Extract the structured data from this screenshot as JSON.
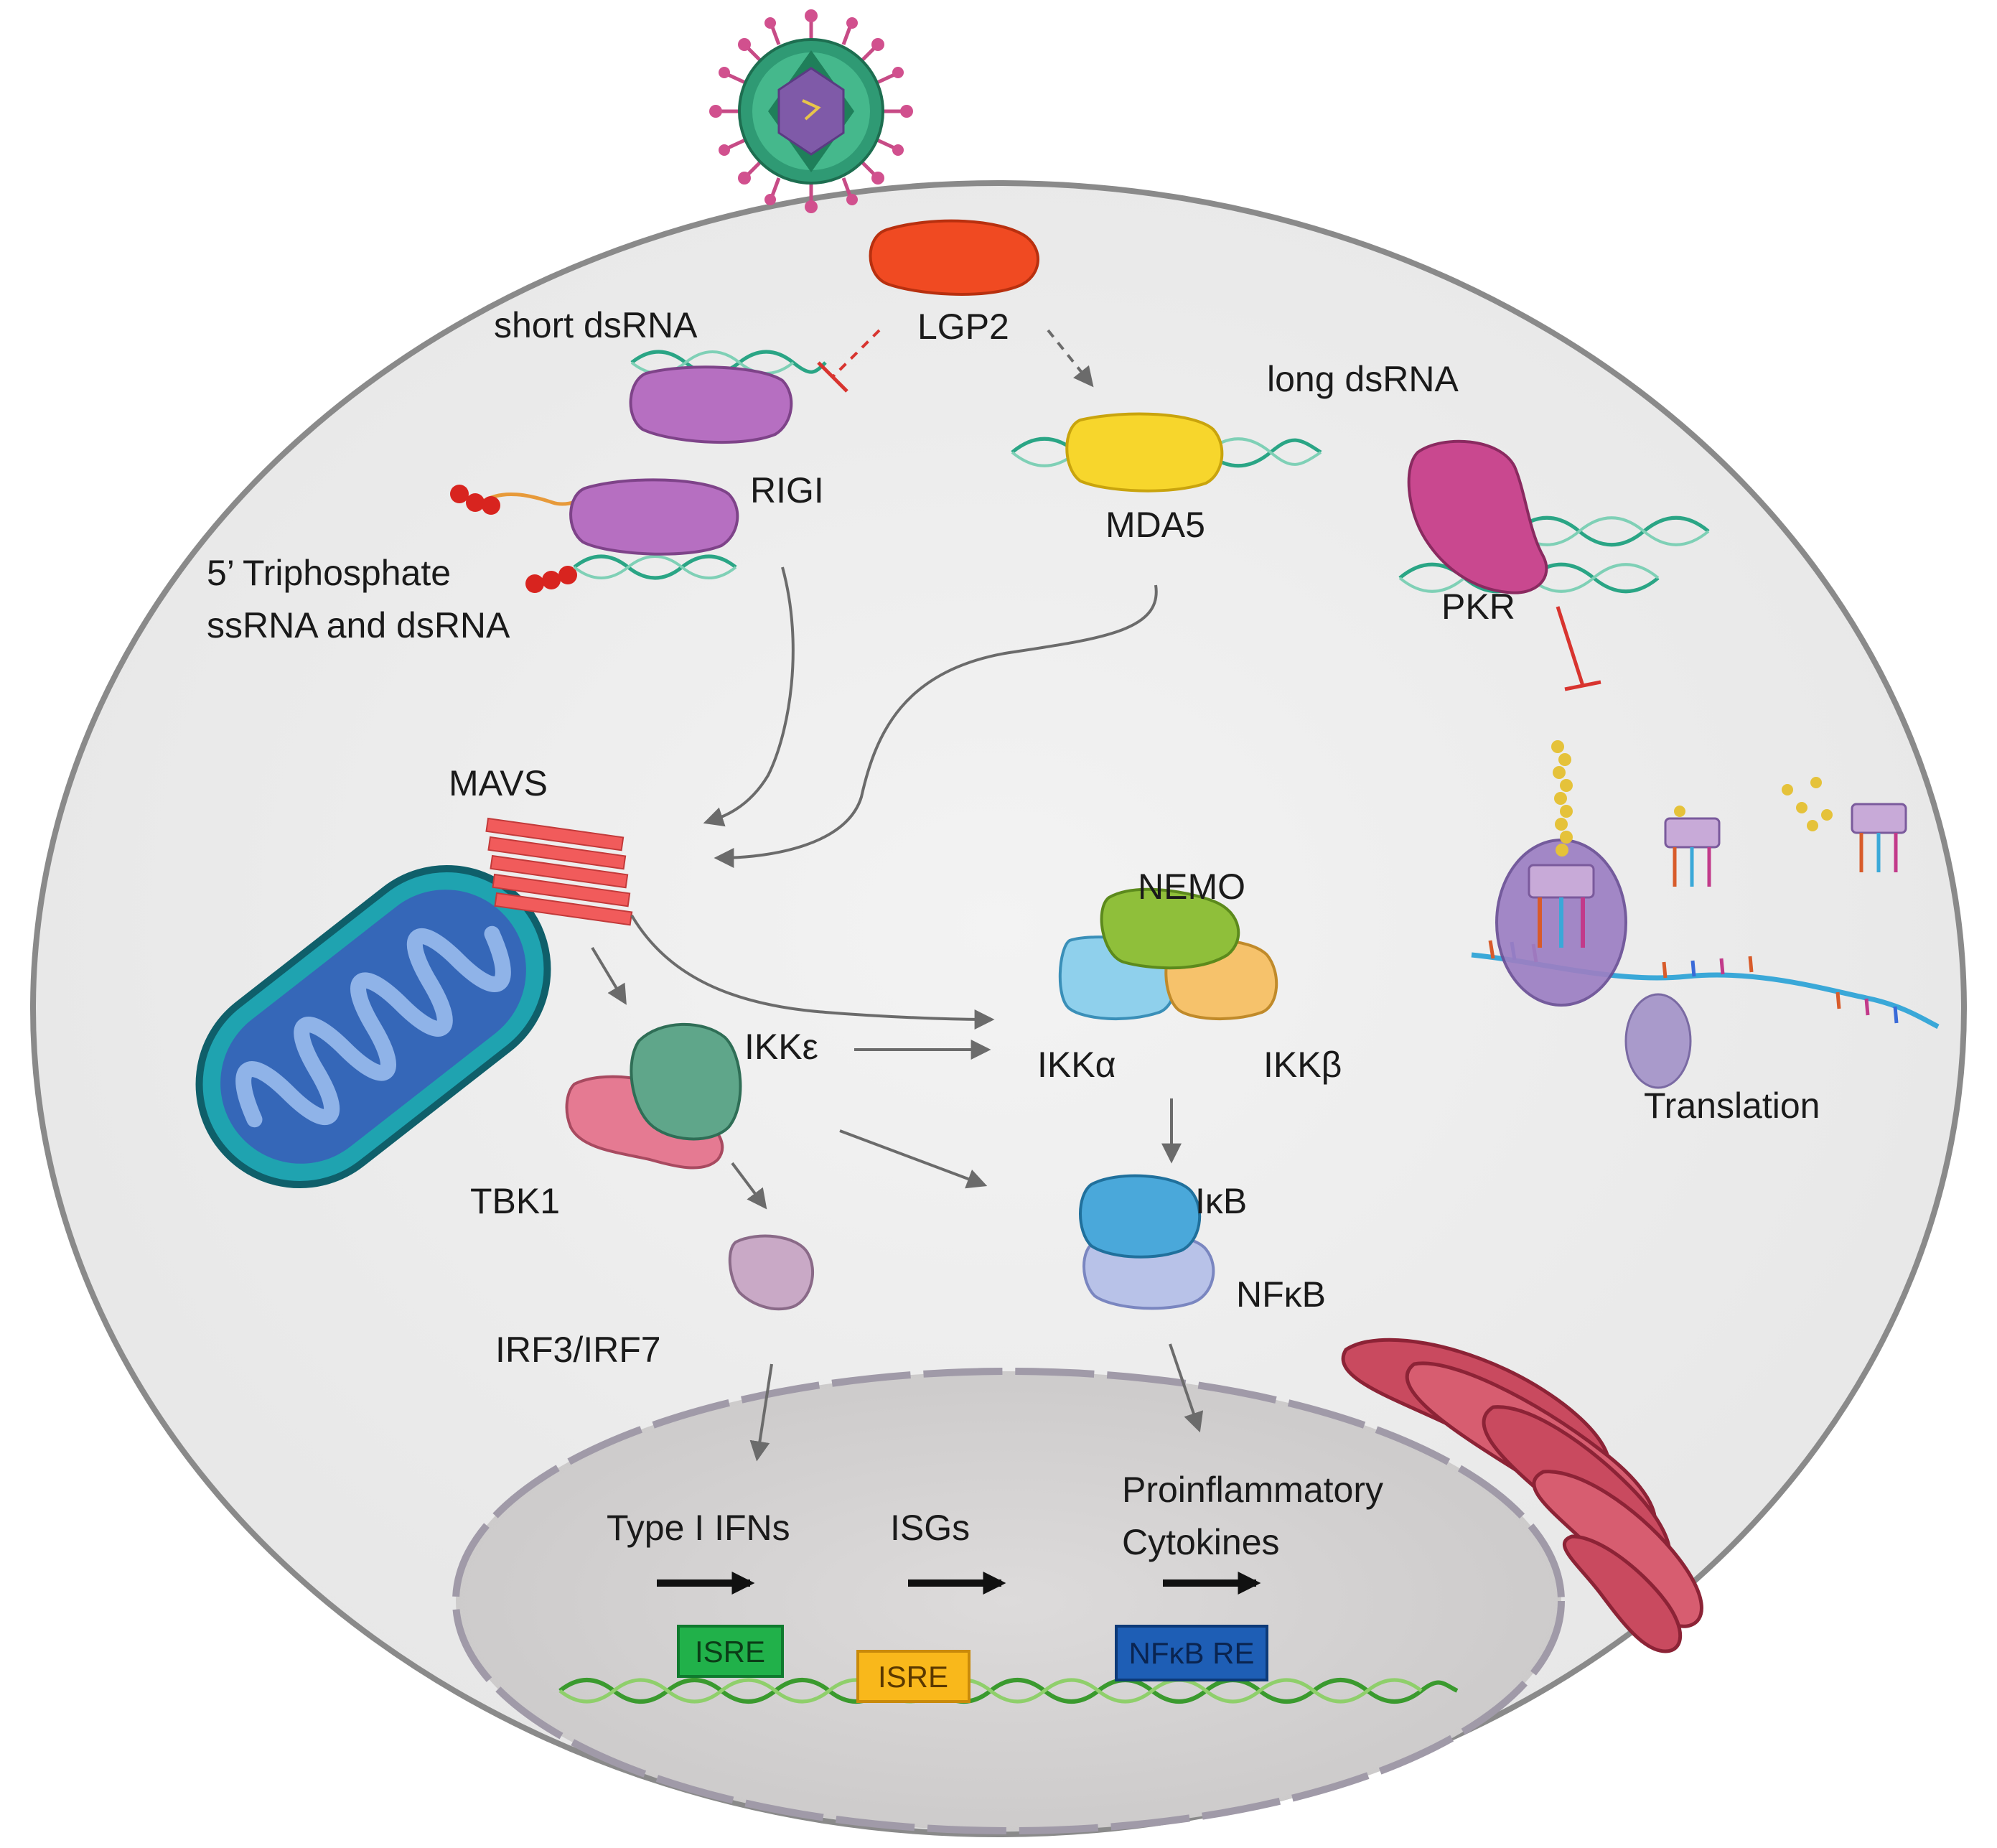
{
  "labels": {
    "lgp2": "LGP2",
    "short_dsrna": "short dsRNA",
    "long_dsrna": "long dsRNA",
    "rigi": "RIGI",
    "mda5": "MDA5",
    "pkr": "PKR",
    "triphosphate_line1": "5’ Triphosphate",
    "triphosphate_line2": "ssRNA and dsRNA",
    "mavs": "MAVS",
    "nemo": "NEMO",
    "ikka": "IKKα",
    "ikkb": "IKKβ",
    "ikke": "IKKε",
    "tbk1": "TBK1",
    "ikb": "IκB",
    "nfkb": "NFκB",
    "irf": "IRF3/IRF7",
    "translation": "Translation",
    "type1_ifns": "Type I IFNs",
    "isgs": "ISGs",
    "proinflammatory_line1": "Proinflammatory",
    "cytokines_line2": "Cytokines"
  },
  "response_elements": {
    "isre_green": "ISRE",
    "isre_orange": "ISRE",
    "nfkb_re": "NFκB RE"
  },
  "colors": {
    "cell_fill": "#efefef",
    "nucleus_fill": "#d6d4d4",
    "lgp2": "#f04a22",
    "rigi": "#b66fc1",
    "mda5": "#f7d62c",
    "pkr": "#c9488f",
    "isre_green": "#21b14a",
    "isre_orange": "#f9b81b",
    "nfkb_re": "#1e5eb5"
  }
}
